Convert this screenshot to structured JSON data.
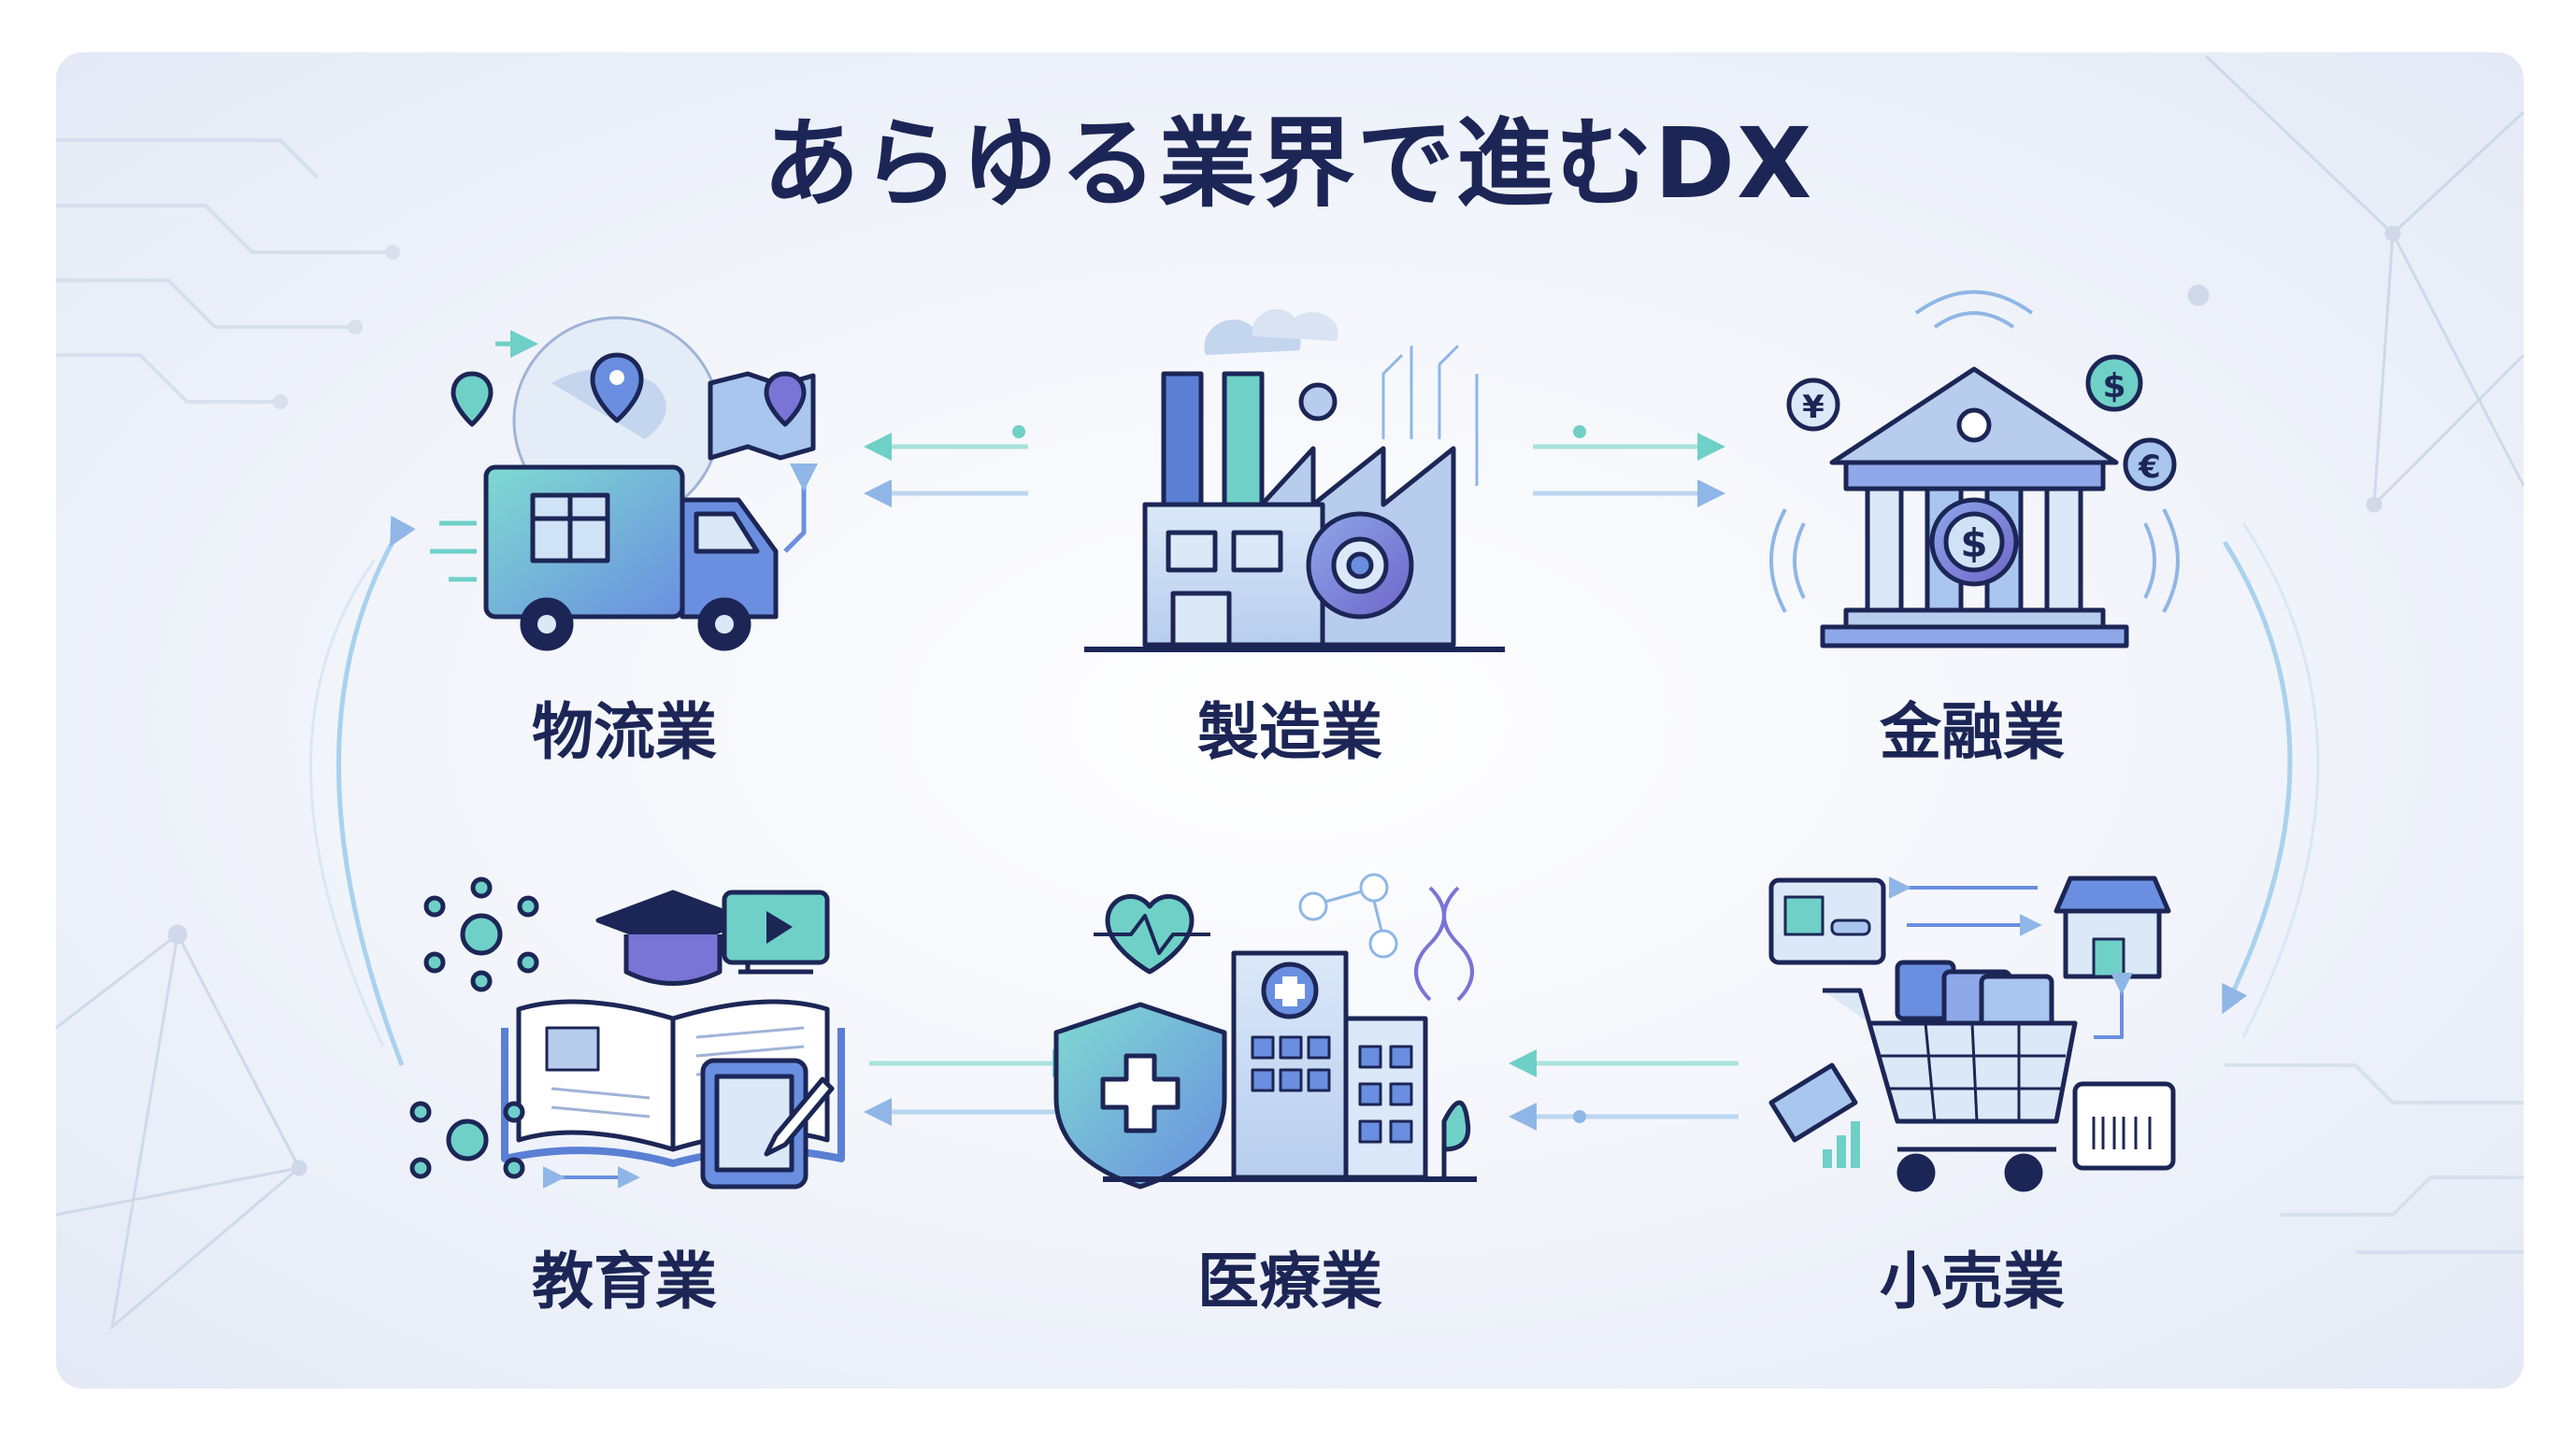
{
  "title": "あらゆる業界で進むDX",
  "industries": [
    {
      "label": "物流業",
      "icon": "delivery-truck-icon"
    },
    {
      "label": "製造業",
      "icon": "factory-icon"
    },
    {
      "label": "金融業",
      "icon": "bank-icon"
    },
    {
      "label": "教育業",
      "icon": "education-book-icon"
    },
    {
      "label": "医療業",
      "icon": "hospital-shield-icon"
    },
    {
      "label": "小売業",
      "icon": "shopping-cart-icon"
    }
  ],
  "colors": {
    "navy": "#1c2656",
    "teal": "#6fd0c8",
    "blue": "#6a8fe0",
    "purple": "#7a74d6",
    "light_blue": "#a9d2ee"
  }
}
